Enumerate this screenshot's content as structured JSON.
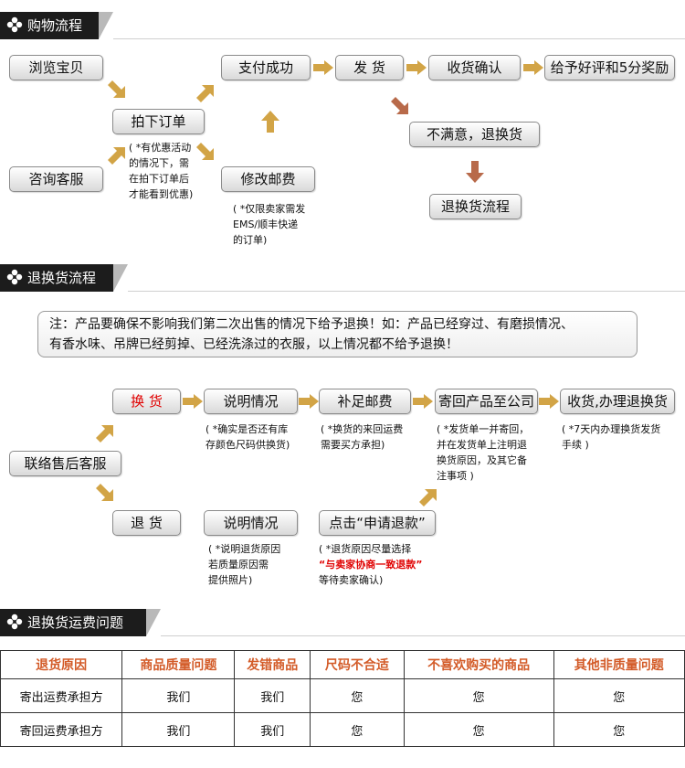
{
  "colors": {
    "arrow_gold": "#d2a446",
    "arrow_red": "#b86a4a",
    "header_bg": "#1c1c1c",
    "table_head": "#d35b28",
    "emphasis": "#e00000"
  },
  "headers": {
    "shopping": "购物流程",
    "returns": "退换货流程",
    "fees": "退换货运费问题"
  },
  "shopping": {
    "browse": "浏览宝贝",
    "consult": "咨询客服",
    "order": "拍下订单",
    "modify_postage": "修改邮费",
    "pay": "支付成功",
    "ship": "发 货",
    "receive": "收货确认",
    "review": "给予好评和5分奖励",
    "unsatisfied": "不满意，退换货",
    "return_flow": "退换货流程",
    "order_note": [
      "( *有优惠活动",
      "的情况下，需",
      "在拍下订单后",
      "才能看到优惠)"
    ],
    "postage_note": [
      "( *仅限卖家需发",
      "EMS/顺丰快递",
      "的订单)"
    ]
  },
  "notice": [
    "注：产品要确保不影响我们第二次出售的情况下给予退换！如：产品已经穿过、有磨损情况、",
    "有香水味、吊牌已经剪掉、已经洗涤过的衣服，以上情况都不给予退换！"
  ],
  "returns": {
    "contact": "联络售后客服",
    "exchange": "换 货",
    "explain1": "说明情况",
    "postage": "补足邮费",
    "send_back": "寄回产品至公司",
    "complete": "收货,办理退换货",
    "refund": "退 货",
    "explain2": "说明情况",
    "apply": "点击“申请退款”",
    "explain1_note": [
      "( *确实是否还有库",
      "存颜色尺码供换货)"
    ],
    "postage_note": [
      "( *换货的来回运费",
      "需要买方承担)"
    ],
    "send_back_note": [
      "( *发货单一并寄回，",
      "并在发货单上注明退",
      "换货原因，及其它备",
      "注事项 )"
    ],
    "complete_note": [
      "( *7天内办理换货发货",
      "手续 )"
    ],
    "explain2_note": [
      "( *说明退货原因",
      "若质量原因需",
      "提供照片)"
    ],
    "apply_note_1": "( *退货原因尽量选择",
    "apply_note_red": "“与卖家协商一致退款”",
    "apply_note_3": "等待卖家确认)"
  },
  "fee_table": {
    "headers": [
      "退货原因",
      "商品质量问题",
      "发错商品",
      "尺码不合适",
      "不喜欢购买的商品",
      "其他非质量问题"
    ],
    "rows": [
      {
        "label": "寄出运费承担方",
        "cells": [
          "我们",
          "我们",
          "您",
          "您",
          "您"
        ]
      },
      {
        "label": "寄回运费承担方",
        "cells": [
          "我们",
          "我们",
          "您",
          "您",
          "您"
        ]
      }
    ]
  }
}
